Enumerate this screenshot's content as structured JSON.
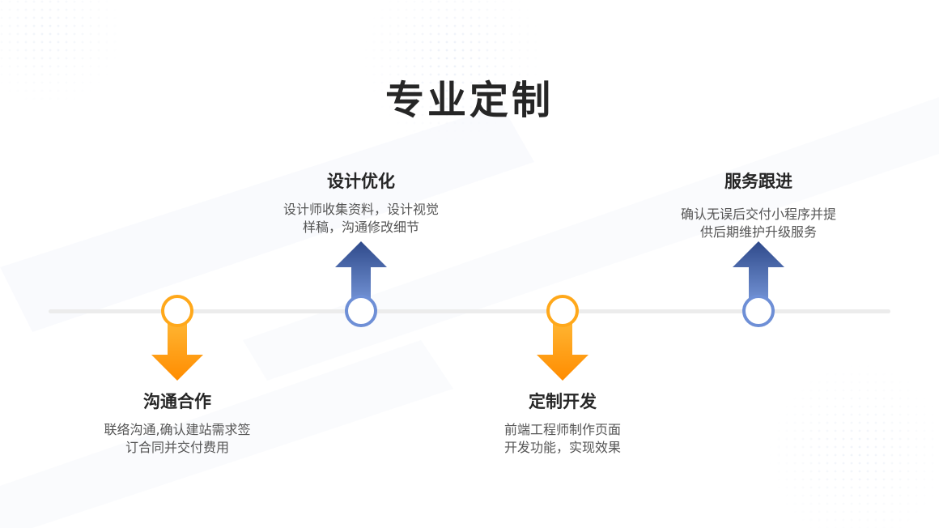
{
  "page": {
    "title": "专业定制"
  },
  "steps": [
    {
      "title": "沟通合作",
      "line1": "联络沟通,确认建站需求签",
      "line2": "订合同并交付费用"
    },
    {
      "title": "设计优化",
      "line1": "设计师收集资料，设计视觉",
      "line2": "样稿，沟通修改细节"
    },
    {
      "title": "定制开发",
      "line1": "前端工程师制作页面",
      "line2": "开发功能，实现效果"
    },
    {
      "title": "服务跟进",
      "line1": "确认无误后交付小程序并提",
      "line2": "供后期维护升级服务"
    }
  ],
  "colors": {
    "orange_top": "#ffbe3d",
    "orange_bottom": "#ff8c00",
    "blue_top": "#2f4a8a",
    "blue_bottom": "#7d9ee0",
    "timeline": "#ececec"
  }
}
